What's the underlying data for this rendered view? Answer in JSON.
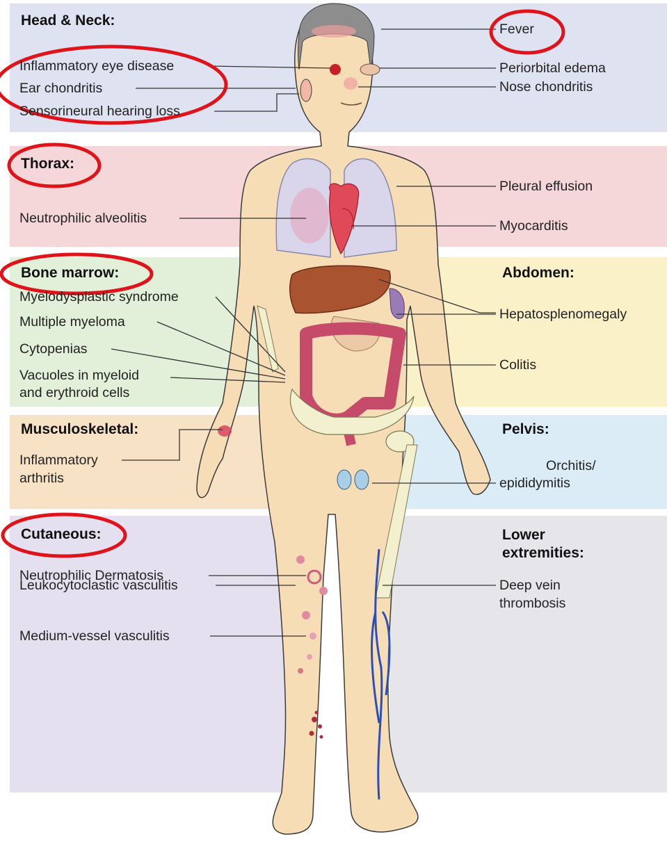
{
  "colors": {
    "head": "#dfe3f1",
    "thorax": "#f5d6d9",
    "bone": "#e2efd9",
    "abdomen": "#fbf1c9",
    "musculo": "#f8e2c6",
    "pelvis": "#dcecf6",
    "cutaneous": "#e4e0ef",
    "lower": "#e6e6ea",
    "skin": "#f6ddb6",
    "highlight": "#e0121a"
  },
  "sections": {
    "head": {
      "title": "Head & Neck:",
      "items": [
        "Inflammatory eye disease",
        "Ear chondritis",
        "Sensorineural hearing loss"
      ],
      "right": [
        "Fever",
        "Periorbital edema",
        "Nose chondritis"
      ]
    },
    "thorax": {
      "title": "Thorax:",
      "items": [
        "Neutrophilic alveolitis"
      ],
      "right": [
        "Pleural effusion",
        "Myocarditis"
      ]
    },
    "bone": {
      "title": "Bone marrow:",
      "items": [
        "Myelodysplastic syndrome",
        "Multiple myeloma",
        "Cytopenias",
        "Vacuoles in myeloid",
        "and erythroid cells"
      ]
    },
    "abdomen": {
      "title": "Abdomen:",
      "items": [
        "Hepatosplenomegaly",
        "Colitis"
      ]
    },
    "musculo": {
      "title": "Musculoskeletal:",
      "items": [
        "Inflammatory",
        "arthritis"
      ]
    },
    "pelvis": {
      "title": "Pelvis:",
      "items": [
        "Orchitis/",
        "epididymitis"
      ]
    },
    "cutaneous": {
      "title": "Cutaneous:",
      "items": [
        "Neutrophilic Dermatosis",
        "Medium-vessel vasculitis",
        "Leukocytoclastic vasculitis"
      ]
    },
    "lower": {
      "title": "Lower extremities:",
      "items": [
        "Deep vein",
        "thrombosis"
      ]
    }
  }
}
